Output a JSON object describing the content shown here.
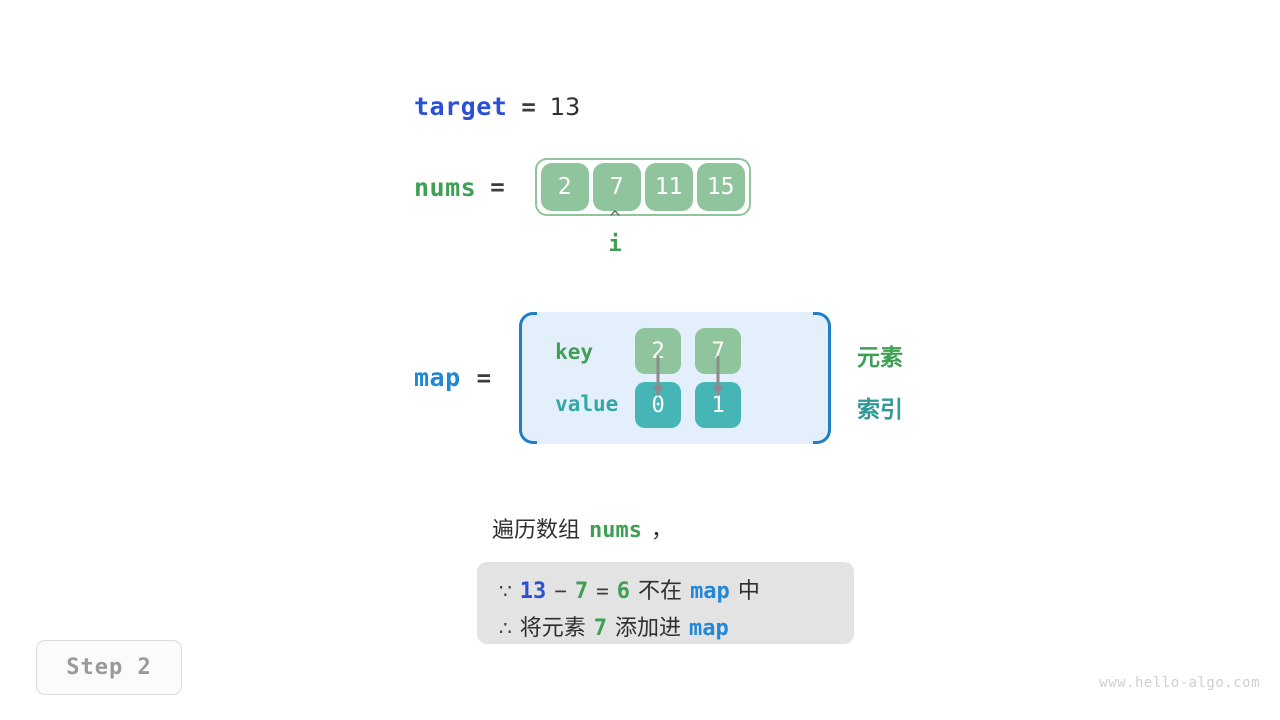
{
  "target": {
    "label": "target",
    "equals": "=",
    "value": "13"
  },
  "nums": {
    "label": "nums",
    "equals": "=",
    "cells": [
      "2",
      "7",
      "11",
      "15"
    ]
  },
  "pointer": {
    "caret": "^",
    "label": "i",
    "index": 1
  },
  "map": {
    "label": "map",
    "equals": "=",
    "key_label": "key",
    "value_label": "value",
    "entries": [
      {
        "key": "2",
        "value": "0"
      },
      {
        "key": "7",
        "value": "1"
      }
    ],
    "side_labels": {
      "element": "元素",
      "index": "索引"
    }
  },
  "description": {
    "prefix": "遍历数组",
    "code": "nums",
    "suffix": "，"
  },
  "explain": {
    "line1": {
      "symbol": "∵",
      "a": "13",
      "op1": "−",
      "b": "7",
      "op2": "=",
      "c": "6",
      "text1": "不在",
      "map": "map",
      "text2": "中"
    },
    "line2": {
      "symbol": "∴",
      "text1": "将元素",
      "num": "7",
      "text2": "添加进",
      "map": "map"
    }
  },
  "step_badge": "Step 2",
  "watermark": "www.hello-algo.com",
  "colors": {
    "target_blue": "#2b50d4",
    "map_blue": "#2288d6",
    "green": "#3f9f55",
    "cell_green": "#8fc49c",
    "cell_teal": "#46b5b5",
    "map_box_bg": "#e3f0fb",
    "map_bracket": "#1f7fc6",
    "explain_bg": "#e3e3e3",
    "arrow_gray": "#8c8c8c"
  }
}
